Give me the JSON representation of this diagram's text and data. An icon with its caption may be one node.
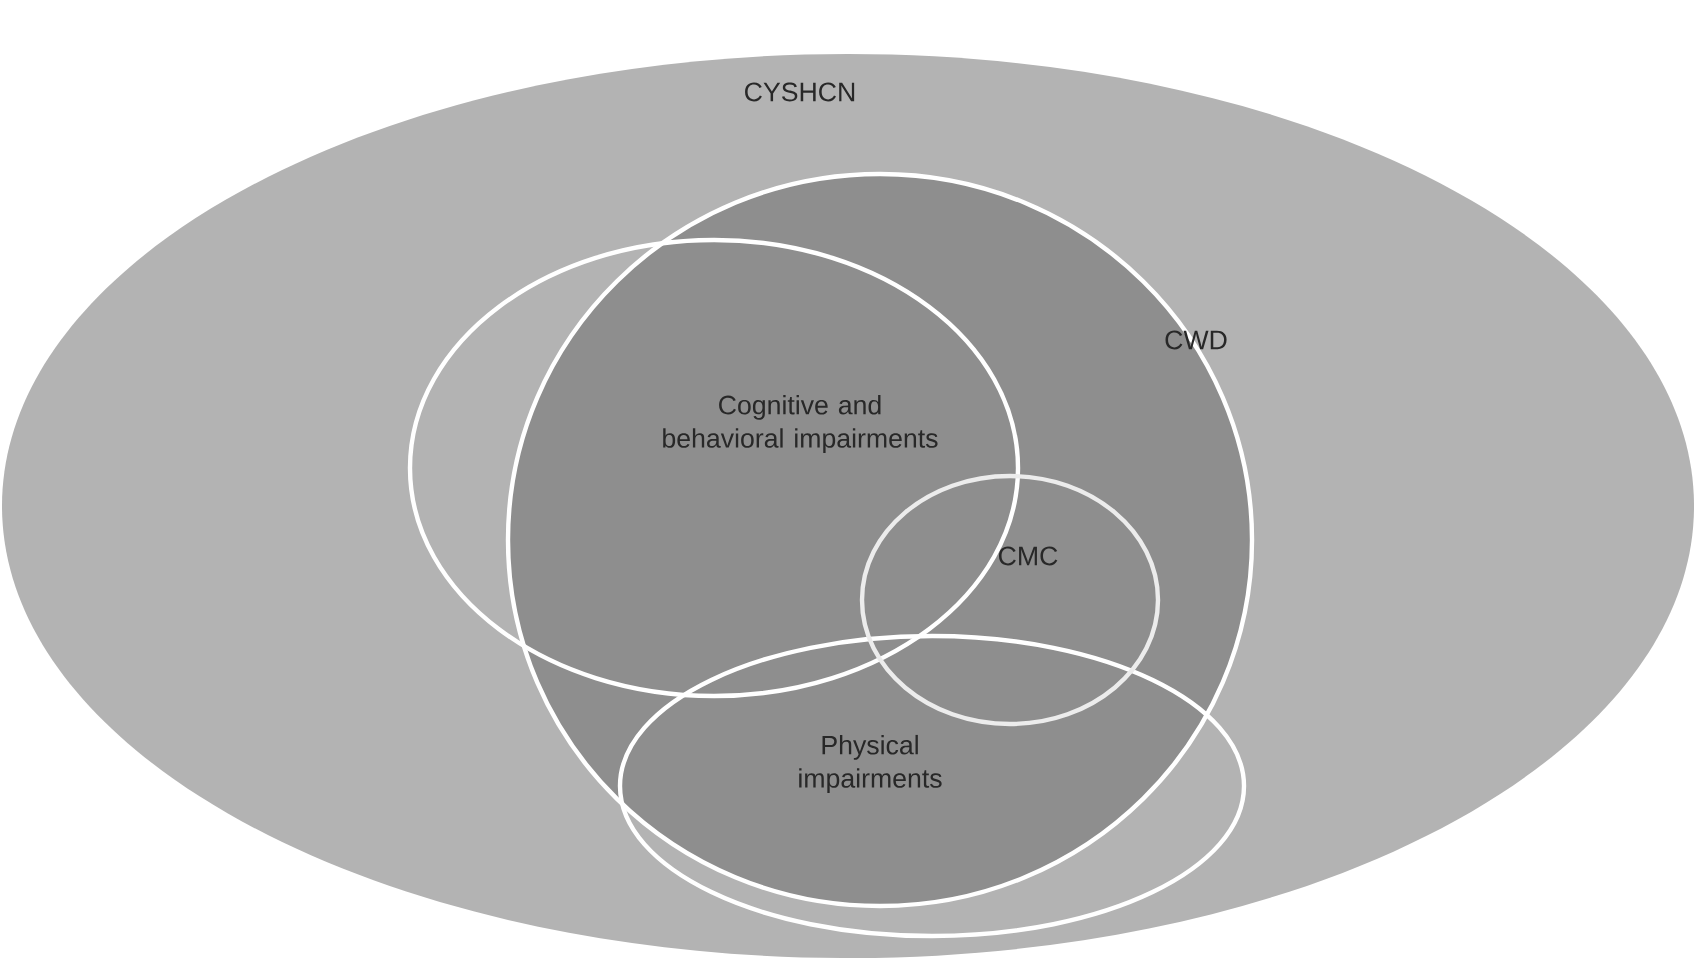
{
  "diagram": {
    "nodes": [
      {
        "text": [
          "CYSHCN"
        ]
      },
      {
        "text": [
          "CWD"
        ],
        "in": 0
      },
      {
        "text": [
          "Cognitive and behavioral impairments"
        ],
        "in": 0
      },
      {
        "text": [
          "CMC"
        ],
        "in": 1
      },
      {
        "text": [
          "Physical impairments"
        ],
        "in": 0
      }
    ]
  }
}
